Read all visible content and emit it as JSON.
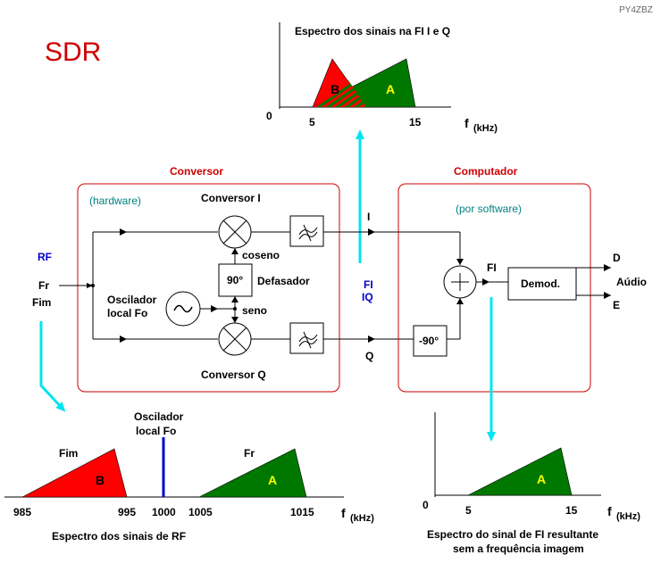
{
  "colors": {
    "red_fill": "#ff0000",
    "green_fill": "#007800",
    "cyan_arrow": "#00e5ee",
    "lo_line": "#0000cc",
    "region_border": "#cc0000",
    "software_text": "#008080"
  },
  "header": {
    "callsign": "PY4ZBZ",
    "title": "SDR"
  },
  "top_spectrum": {
    "title": "Espectro dos sinais na FI I e Q",
    "zero": "0",
    "tick_5": "5",
    "tick_15": "15",
    "f": "f",
    "unit": "(kHz)",
    "label_b": "B",
    "label_a": "A"
  },
  "conversor": {
    "title": "Conversor",
    "hardware": "(hardware)",
    "conversor_i": "Conversor I",
    "conversor_q": "Conversor Q",
    "coseno": "coseno",
    "seno": "seno",
    "phase_90": "90°",
    "defasador": "Defasador",
    "oscilador": "Oscilador",
    "local_fo": "local  Fo",
    "sine": "~"
  },
  "inputs": {
    "rf": "RF",
    "fr": "Fr",
    "fim": "Fim"
  },
  "signals": {
    "i": "I",
    "q": "Q",
    "fi_iq_1": "FI",
    "fi_iq_2": "IQ",
    "fi": "FI"
  },
  "computador": {
    "title": "Computador",
    "software": "(por software)",
    "minus_90": "-90°",
    "plus": "+",
    "demod": "Demod.",
    "d": "D",
    "audio": "Aúdio",
    "e": "E"
  },
  "rf_spectrum": {
    "fim": "Fim",
    "fr": "Fr",
    "osc_1": "Oscilador",
    "osc_2": "local  Fo",
    "label_b": "B",
    "label_a": "A",
    "t985": "985",
    "t995": "995",
    "t1000": "1000",
    "t1005": "1005",
    "t1015": "1015",
    "f": "f",
    "unit": "(kHz)",
    "caption": "Espectro dos sinais de RF"
  },
  "fi_spectrum": {
    "zero": "0",
    "tick_5": "5",
    "tick_15": "15",
    "f": "f",
    "unit": "(kHz)",
    "label_a": "A",
    "caption_1": "Espectro do sinal de FI resultante",
    "caption_2": "sem a frequência imagem"
  }
}
